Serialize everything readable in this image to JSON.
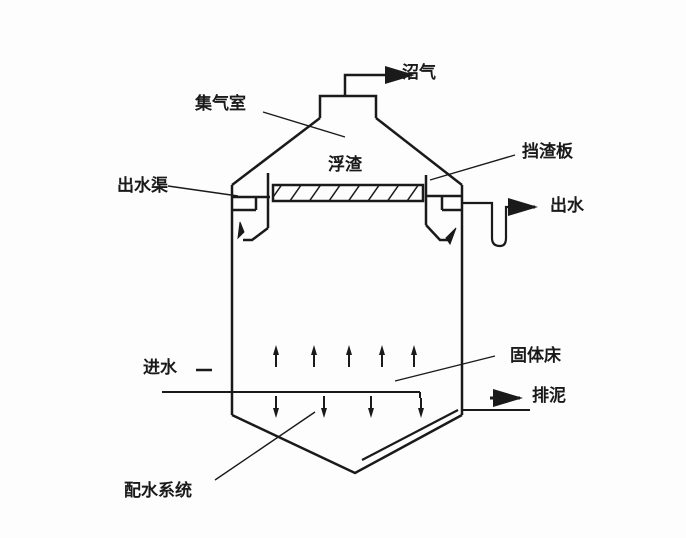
{
  "diagram": {
    "type": "anaerobic-reactor-schematic",
    "labels": {
      "biogas": "沼气",
      "gas_collection_chamber": "集气室",
      "scum": "浮渣",
      "baffle_plate": "挡渣板",
      "outlet_channel": "出水渠",
      "effluent": "出水",
      "influent": "进水",
      "solids_bed": "固体床",
      "sludge_discharge": "排泥",
      "water_distribution_system": "配水系统"
    },
    "colors": {
      "line": "#1a1a1a",
      "background": "#fdfdfd"
    }
  }
}
